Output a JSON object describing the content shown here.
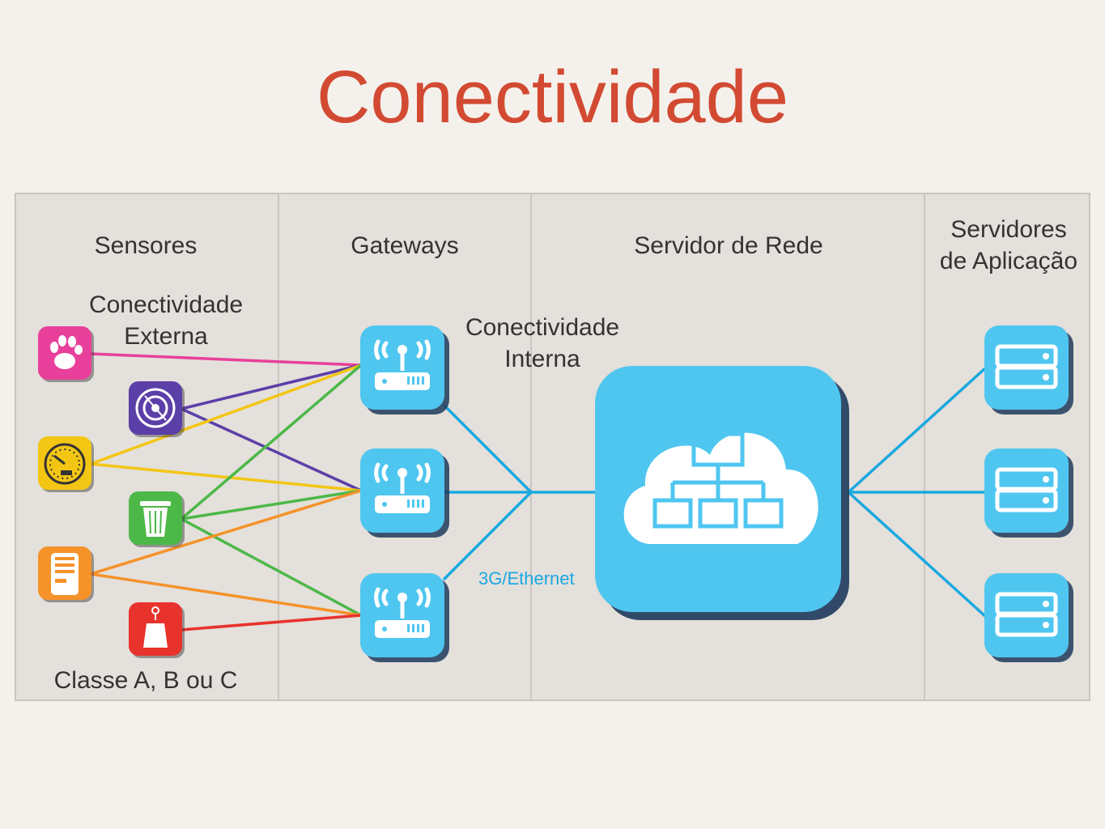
{
  "title": "Conectividade",
  "columns": {
    "sensores": "Sensores",
    "gateways": "Gateways",
    "servidor_rede": "Servidor de Rede",
    "servidores_app_line1": "Servidores",
    "servidores_app_line2": "de Aplicação"
  },
  "labels": {
    "ext_line1": "Conectividade",
    "ext_line2": "Externa",
    "int_line1": "Conectividade",
    "int_line2": "Interna",
    "link": "3G/Ethernet",
    "classes": "Classe A, B ou C"
  },
  "sensors": [
    {
      "icon": "paw-icon",
      "color": "#e8409a"
    },
    {
      "icon": "smoke-detector-icon",
      "color": "#5b3fa8"
    },
    {
      "icon": "gauge-icon",
      "color": "#f3c614"
    },
    {
      "icon": "trash-bin-icon",
      "color": "#4cb848"
    },
    {
      "icon": "parking-meter-icon",
      "color": "#f5922a"
    },
    {
      "icon": "tag-icon",
      "color": "#e8322c"
    }
  ],
  "colors": {
    "accent_blue": "#1aa8e0",
    "device_blue": "#4fc6f0",
    "title_red": "#d24a32"
  }
}
